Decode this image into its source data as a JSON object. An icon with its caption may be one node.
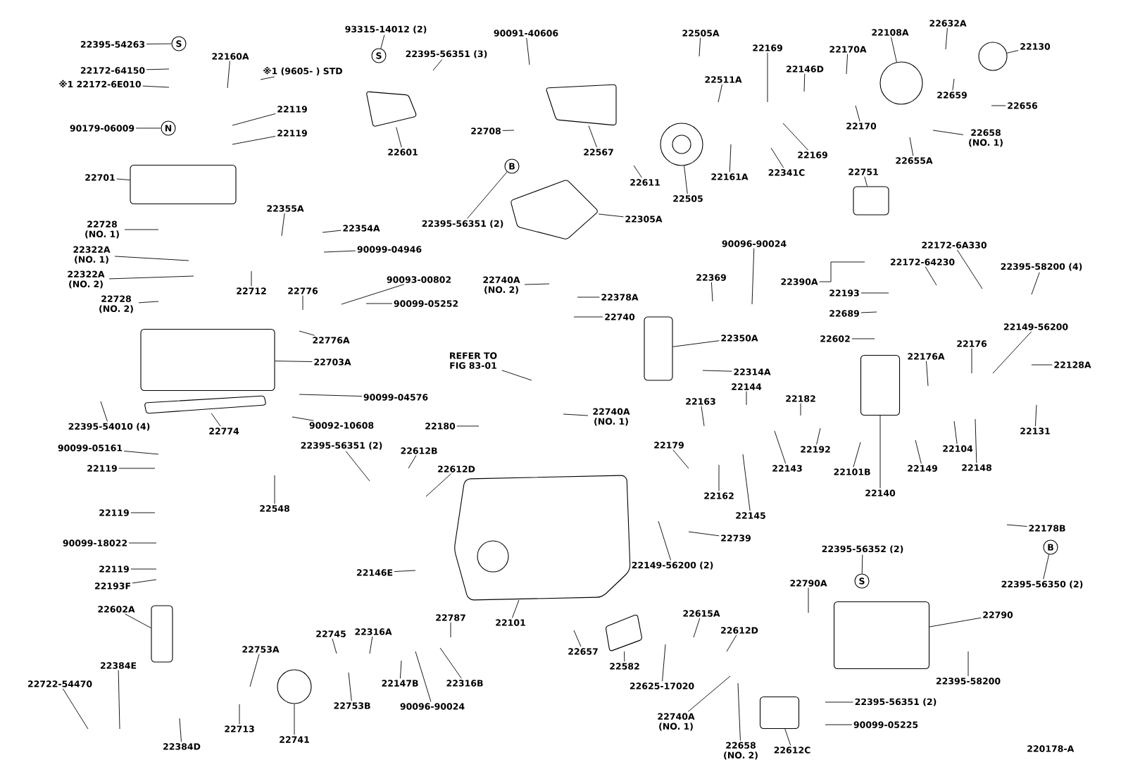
{
  "diagram": {
    "nodes": [
      {
        "text": [
          "22395-54263"
        ]
      },
      {
        "text": [
          "S"
        ]
      },
      {
        "text": [
          "22172-64150"
        ]
      },
      {
        "text": [
          "※1 22172-6E010"
        ]
      },
      {
        "text": [
          "N"
        ]
      },
      {
        "text": [
          "90179-06009"
        ]
      },
      {
        "text": [
          "22160A"
        ]
      },
      {
        "text": [
          "22119"
        ]
      },
      {
        "text": [
          "22119"
        ]
      },
      {
        "text": [
          "※1 (9605- ) STD"
        ]
      },
      {
        "text": [
          "93315-14012 (2)"
        ]
      },
      {
        "text": [
          "S"
        ]
      },
      {
        "text": [
          "22395-56351 (3)"
        ]
      },
      {
        "text": [
          "22601"
        ]
      },
      {
        "text": [
          "22701"
        ]
      },
      {
        "text": [
          "22728 (NO. 1)"
        ]
      },
      {
        "text": [
          "22322A (NO. 1)"
        ]
      },
      {
        "text": [
          "22322A (NO. 2)"
        ]
      },
      {
        "text": [
          "22728 (NO. 2)"
        ]
      },
      {
        "text": [
          "22355A"
        ]
      },
      {
        "text": [
          "22354A"
        ]
      },
      {
        "text": [
          "90099-04946"
        ]
      },
      {
        "text": [
          "22712"
        ]
      },
      {
        "text": [
          "22776"
        ]
      },
      {
        "text": [
          "90093-00802"
        ]
      },
      {
        "text": [
          "90099-05252"
        ]
      },
      {
        "text": [
          "22776A"
        ]
      },
      {
        "text": [
          "22703A"
        ]
      },
      {
        "text": [
          "22395-54010 (4)"
        ]
      },
      {
        "text": [
          "22774"
        ]
      },
      {
        "text": [
          "90099-04576"
        ]
      },
      {
        "text": [
          "90092-10608"
        ]
      },
      {
        "text": [
          "90099-05161"
        ]
      },
      {
        "text": [
          "22119"
        ]
      },
      {
        "text": [
          "22548"
        ]
      },
      {
        "text": [
          "22119"
        ]
      },
      {
        "text": [
          "90099-18022"
        ]
      },
      {
        "text": [
          "22119"
        ]
      },
      {
        "text": [
          "22193F"
        ]
      },
      {
        "text": [
          "22602A"
        ]
      },
      {
        "text": [
          "22384E"
        ]
      },
      {
        "text": [
          "22722-54470"
        ]
      },
      {
        "text": [
          "22384D"
        ]
      },
      {
        "text": [
          "22713"
        ]
      },
      {
        "text": [
          "22753A"
        ]
      },
      {
        "text": [
          "22741"
        ]
      },
      {
        "text": [
          "22745"
        ]
      },
      {
        "text": [
          "22316A"
        ]
      },
      {
        "text": [
          "22753B"
        ]
      },
      {
        "text": [
          "22147B"
        ]
      },
      {
        "text": [
          "90096-90024"
        ]
      },
      {
        "text": [
          "22316B"
        ]
      },
      {
        "text": [
          "22787"
        ]
      },
      {
        "text": [
          "22101"
        ]
      },
      {
        "text": [
          "22146E"
        ]
      },
      {
        "text": [
          "22395-56351 (2)"
        ]
      },
      {
        "text": [
          "22612B"
        ]
      },
      {
        "text": [
          "22612D"
        ]
      },
      {
        "text": [
          "22180"
        ]
      },
      {
        "text": [
          "REFER TO FIG 83-01"
        ]
      },
      {
        "text": [
          "90091-40606"
        ]
      },
      {
        "text": [
          "22708"
        ]
      },
      {
        "text": [
          "22567"
        ]
      },
      {
        "text": [
          "22611"
        ]
      },
      {
        "text": [
          "22505"
        ]
      },
      {
        "text": [
          "22505A"
        ]
      },
      {
        "text": [
          "22511A"
        ]
      },
      {
        "text": [
          "22161A"
        ]
      },
      {
        "text": [
          "22341C"
        ]
      },
      {
        "text": [
          "22169"
        ]
      },
      {
        "text": [
          "22169"
        ]
      },
      {
        "text": [
          "22146D"
        ]
      },
      {
        "text": [
          "22170A"
        ]
      },
      {
        "text": [
          "22170"
        ]
      },
      {
        "text": [
          "22108A"
        ]
      },
      {
        "text": [
          "22632A"
        ]
      },
      {
        "text": [
          "22130"
        ]
      },
      {
        "text": [
          "22659"
        ]
      },
      {
        "text": [
          "22656"
        ]
      },
      {
        "text": [
          "22658 (NO. 1)"
        ]
      },
      {
        "text": [
          "22655A"
        ]
      },
      {
        "text": [
          "22751"
        ]
      },
      {
        "text": [
          "22305A"
        ]
      },
      {
        "text": [
          "B"
        ]
      },
      {
        "text": [
          "22395-56351 (2)"
        ]
      },
      {
        "text": [
          "90096-90024"
        ]
      },
      {
        "text": [
          "22369"
        ]
      },
      {
        "text": [
          "22390A"
        ]
      },
      {
        "text": [
          "22193"
        ]
      },
      {
        "text": [
          "22689"
        ]
      },
      {
        "text": [
          "22602"
        ]
      },
      {
        "text": [
          "22172-6A330"
        ]
      },
      {
        "text": [
          "22172-64230"
        ]
      },
      {
        "text": [
          "22395-58200 (4)"
        ]
      },
      {
        "text": [
          "22149-56200"
        ]
      },
      {
        "text": [
          "22128A"
        ]
      },
      {
        "text": [
          "22176"
        ]
      },
      {
        "text": [
          "22176A"
        ]
      },
      {
        "text": [
          "22350A"
        ]
      },
      {
        "text": [
          "22314A"
        ]
      },
      {
        "text": [
          "22740A (NO. 2)"
        ]
      },
      {
        "text": [
          "22378A"
        ]
      },
      {
        "text": [
          "22740"
        ]
      },
      {
        "text": [
          "22740A (NO. 1)"
        ]
      },
      {
        "text": [
          "22163"
        ]
      },
      {
        "text": [
          "22144"
        ]
      },
      {
        "text": [
          "22182"
        ]
      },
      {
        "text": [
          "22179"
        ]
      },
      {
        "text": [
          "22162"
        ]
      },
      {
        "text": [
          "22145"
        ]
      },
      {
        "text": [
          "22143"
        ]
      },
      {
        "text": [
          "22192"
        ]
      },
      {
        "text": [
          "22101B"
        ]
      },
      {
        "text": [
          "22140"
        ]
      },
      {
        "text": [
          "22149"
        ]
      },
      {
        "text": [
          "22104"
        ]
      },
      {
        "text": [
          "22148"
        ]
      },
      {
        "text": [
          "22131"
        ]
      },
      {
        "text": [
          "22739"
        ]
      },
      {
        "text": [
          "22149-56200 (2)"
        ]
      },
      {
        "text": [
          "22178B"
        ]
      },
      {
        "text": [
          "B"
        ]
      },
      {
        "text": [
          "22395-56350 (2)"
        ]
      },
      {
        "text": [
          "22395-56352 (2)"
        ]
      },
      {
        "text": [
          "S"
        ]
      },
      {
        "text": [
          "22790A"
        ]
      },
      {
        "text": [
          "22790"
        ]
      },
      {
        "text": [
          "22395-58200"
        ]
      },
      {
        "text": [
          "22615A"
        ]
      },
      {
        "text": [
          "22612D"
        ]
      },
      {
        "text": [
          "22657"
        ]
      },
      {
        "text": [
          "22582"
        ]
      },
      {
        "text": [
          "22625-17020"
        ]
      },
      {
        "text": [
          "22740A (NO. 1)"
        ]
      },
      {
        "text": [
          "22658 (NO. 2)"
        ]
      },
      {
        "text": [
          "22612C"
        ]
      },
      {
        "text": [
          "22395-56351 (2)"
        ]
      },
      {
        "text": [
          "90099-05225"
        ]
      },
      {
        "text": [],
        "shape": "box"
      },
      {
        "text": [],
        "shape": "box"
      },
      {
        "text": [],
        "shape": "picture"
      },
      {
        "text": [],
        "shape": "picture"
      },
      {
        "text": [],
        "shape": "picture"
      },
      {
        "text": [],
        "shape": "circle"
      },
      {
        "text": [],
        "shape": "circle"
      },
      {
        "text": [],
        "shape": "box"
      },
      {
        "text": [],
        "shape": "box"
      },
      {
        "text": [],
        "shape": "box"
      },
      {
        "text": [],
        "shape": "circle"
      },
      {
        "text": [],
        "shape": "box"
      },
      {
        "text": [],
        "shape": "picture"
      },
      {
        "text": [],
        "shape": "picture"
      },
      {
        "text": [],
        "shape": "picture"
      },
      {
        "text": [],
        "shape": "box"
      },
      {
        "text": [],
        "shape": "box"
      },
      {
        "text": [],
        "shape": "picture"
      }
    ],
    "edges": [
      {
        "from": 0,
        "to": 1,
        "arrow": "none"
      },
      {
        "from": 2,
        "to": null,
        "arrow": "none"
      },
      {
        "from": 3,
        "to": null,
        "arrow": "none"
      },
      {
        "from": 5,
        "to": 4,
        "arrow": "none"
      },
      {
        "from": 6,
        "to": null,
        "arrow": "none"
      },
      {
        "from": 7,
        "to": null,
        "arrow": "none"
      },
      {
        "from": 8,
        "to": null,
        "arrow": "none"
      },
      {
        "from": 9,
        "to": null,
        "arrow": "none"
      },
      {
        "from": 10,
        "to": 11,
        "arrow": "none"
      },
      {
        "from": 12,
        "to": null,
        "arrow": "none"
      },
      {
        "from": 13,
        "to": 150,
        "arrow": "none"
      },
      {
        "from": 14,
        "to": 138,
        "arrow": "none"
      },
      {
        "from": 15,
        "to": null,
        "arrow": "none"
      },
      {
        "from": 16,
        "to": null,
        "arrow": "none"
      },
      {
        "from": 17,
        "to": null,
        "arrow": "none"
      },
      {
        "from": 18,
        "to": null,
        "arrow": "none"
      },
      {
        "from": 19,
        "to": null,
        "arrow": "none"
      },
      {
        "from": 20,
        "to": null,
        "arrow": "none"
      },
      {
        "from": 21,
        "to": null,
        "arrow": "none"
      },
      {
        "from": 22,
        "to": null,
        "arrow": "none"
      },
      {
        "from": 23,
        "to": null,
        "arrow": "none"
      },
      {
        "from": 24,
        "to": null,
        "arrow": "none"
      },
      {
        "from": 25,
        "to": null,
        "arrow": "none"
      },
      {
        "from": 26,
        "to": null,
        "arrow": "none"
      },
      {
        "from": 27,
        "to": 139,
        "arrow": "none"
      },
      {
        "from": 28,
        "to": null,
        "arrow": "none"
      },
      {
        "from": 29,
        "to": 140,
        "arrow": "none"
      },
      {
        "from": 30,
        "to": null,
        "arrow": "none"
      },
      {
        "from": 31,
        "to": null,
        "arrow": "none"
      },
      {
        "from": 32,
        "to": null,
        "arrow": "none"
      },
      {
        "from": 33,
        "to": null,
        "arrow": "none"
      },
      {
        "from": 34,
        "to": null,
        "arrow": "none"
      },
      {
        "from": 35,
        "to": null,
        "arrow": "none"
      },
      {
        "from": 36,
        "to": null,
        "arrow": "none"
      },
      {
        "from": 37,
        "to": null,
        "arrow": "none"
      },
      {
        "from": 38,
        "to": null,
        "arrow": "none"
      },
      {
        "from": 39,
        "to": 149,
        "arrow": "none"
      },
      {
        "from": 40,
        "to": null,
        "arrow": "none"
      },
      {
        "from": 41,
        "to": null,
        "arrow": "none"
      },
      {
        "from": 42,
        "to": null,
        "arrow": "none"
      },
      {
        "from": 43,
        "to": null,
        "arrow": "none"
      },
      {
        "from": 44,
        "to": null,
        "arrow": "none"
      },
      {
        "from": 45,
        "to": 148,
        "arrow": "none"
      },
      {
        "from": 46,
        "to": null,
        "arrow": "none"
      },
      {
        "from": 47,
        "to": null,
        "arrow": "none"
      },
      {
        "from": 48,
        "to": null,
        "arrow": "none"
      },
      {
        "from": 49,
        "to": null,
        "arrow": "none"
      },
      {
        "from": 50,
        "to": null,
        "arrow": "none"
      },
      {
        "from": 51,
        "to": null,
        "arrow": "none"
      },
      {
        "from": 52,
        "to": null,
        "arrow": "none"
      },
      {
        "from": 53,
        "to": 141,
        "arrow": "none"
      },
      {
        "from": 54,
        "to": null,
        "arrow": "none"
      },
      {
        "from": 55,
        "to": null,
        "arrow": "none"
      },
      {
        "from": 56,
        "to": null,
        "arrow": "none"
      },
      {
        "from": 57,
        "to": null,
        "arrow": "none"
      },
      {
        "from": 58,
        "to": null,
        "arrow": "none"
      },
      {
        "from": 59,
        "to": null,
        "arrow": "none"
      },
      {
        "from": 60,
        "to": null,
        "arrow": "none"
      },
      {
        "from": 61,
        "to": null,
        "arrow": "none"
      },
      {
        "from": 62,
        "to": 151,
        "arrow": "none"
      },
      {
        "from": 63,
        "to": null,
        "arrow": "none"
      },
      {
        "from": 64,
        "to": 142,
        "arrow": "none"
      },
      {
        "from": 65,
        "to": null,
        "arrow": "none"
      },
      {
        "from": 66,
        "to": null,
        "arrow": "none"
      },
      {
        "from": 67,
        "to": null,
        "arrow": "none"
      },
      {
        "from": 68,
        "to": null,
        "arrow": "none"
      },
      {
        "from": 69,
        "to": null,
        "arrow": "none"
      },
      {
        "from": 70,
        "to": null,
        "arrow": "none"
      },
      {
        "from": 71,
        "to": null,
        "arrow": "none"
      },
      {
        "from": 72,
        "to": null,
        "arrow": "none"
      },
      {
        "from": 73,
        "to": null,
        "arrow": "none"
      },
      {
        "from": 74,
        "to": 143,
        "arrow": "none"
      },
      {
        "from": 75,
        "to": null,
        "arrow": "none"
      },
      {
        "from": 76,
        "to": 144,
        "arrow": "none"
      },
      {
        "from": 77,
        "to": null,
        "arrow": "none"
      },
      {
        "from": 78,
        "to": null,
        "arrow": "none"
      },
      {
        "from": 79,
        "to": null,
        "arrow": "none"
      },
      {
        "from": 80,
        "to": null,
        "arrow": "none"
      },
      {
        "from": 81,
        "to": 147,
        "arrow": "none"
      },
      {
        "from": 82,
        "to": 152,
        "arrow": "none"
      },
      {
        "from": 84,
        "to": 83,
        "arrow": "none"
      },
      {
        "from": 85,
        "to": null,
        "arrow": "none"
      },
      {
        "from": 86,
        "to": null,
        "arrow": "none"
      },
      {
        "from": 87,
        "to": null,
        "arrow": "none"
      },
      {
        "from": 88,
        "to": null,
        "arrow": "none"
      },
      {
        "from": 89,
        "to": null,
        "arrow": "none"
      },
      {
        "from": 90,
        "to": null,
        "arrow": "none"
      },
      {
        "from": 91,
        "to": null,
        "arrow": "none"
      },
      {
        "from": 92,
        "to": null,
        "arrow": "none"
      },
      {
        "from": 93,
        "to": null,
        "arrow": "none"
      },
      {
        "from": 94,
        "to": null,
        "arrow": "none"
      },
      {
        "from": 95,
        "to": null,
        "arrow": "none"
      },
      {
        "from": 96,
        "to": null,
        "arrow": "none"
      },
      {
        "from": 97,
        "to": null,
        "arrow": "none"
      },
      {
        "from": 98,
        "to": 153,
        "arrow": "none"
      },
      {
        "from": 99,
        "to": null,
        "arrow": "none"
      },
      {
        "from": 100,
        "to": null,
        "arrow": "none"
      },
      {
        "from": 101,
        "to": null,
        "arrow": "none"
      },
      {
        "from": 102,
        "to": null,
        "arrow": "none"
      },
      {
        "from": 103,
        "to": null,
        "arrow": "none"
      },
      {
        "from": 104,
        "to": null,
        "arrow": "none"
      },
      {
        "from": 105,
        "to": null,
        "arrow": "none"
      },
      {
        "from": 106,
        "to": null,
        "arrow": "none"
      },
      {
        "from": 107,
        "to": null,
        "arrow": "none"
      },
      {
        "from": 108,
        "to": null,
        "arrow": "none"
      },
      {
        "from": 109,
        "to": null,
        "arrow": "none"
      },
      {
        "from": 110,
        "to": null,
        "arrow": "none"
      },
      {
        "from": 111,
        "to": null,
        "arrow": "none"
      },
      {
        "from": 112,
        "to": null,
        "arrow": "none"
      },
      {
        "from": 113,
        "to": 145,
        "arrow": "none"
      },
      {
        "from": 114,
        "to": null,
        "arrow": "none"
      },
      {
        "from": 115,
        "to": null,
        "arrow": "none"
      },
      {
        "from": 116,
        "to": null,
        "arrow": "none"
      },
      {
        "from": 117,
        "to": null,
        "arrow": "none"
      },
      {
        "from": 118,
        "to": null,
        "arrow": "none"
      },
      {
        "from": 119,
        "to": null,
        "arrow": "none"
      },
      {
        "from": 120,
        "to": null,
        "arrow": "none"
      },
      {
        "from": 122,
        "to": 121,
        "arrow": "none"
      },
      {
        "from": 123,
        "to": 124,
        "arrow": "none"
      },
      {
        "from": 125,
        "to": null,
        "arrow": "none"
      },
      {
        "from": 126,
        "to": 146,
        "arrow": "none"
      },
      {
        "from": 127,
        "to": null,
        "arrow": "none"
      },
      {
        "from": 128,
        "to": null,
        "arrow": "none"
      },
      {
        "from": 129,
        "to": null,
        "arrow": "none"
      },
      {
        "from": 130,
        "to": null,
        "arrow": "none"
      },
      {
        "from": 131,
        "to": 155,
        "arrow": "none"
      },
      {
        "from": 132,
        "to": null,
        "arrow": "none"
      },
      {
        "from": 133,
        "to": null,
        "arrow": "none"
      },
      {
        "from": 134,
        "to": null,
        "arrow": "none"
      },
      {
        "from": 135,
        "to": 154,
        "arrow": "none"
      },
      {
        "from": 136,
        "to": null,
        "arrow": "none"
      },
      {
        "from": 137,
        "to": null,
        "arrow": "none"
      }
    ],
    "labels": [
      "220178-A"
    ]
  }
}
